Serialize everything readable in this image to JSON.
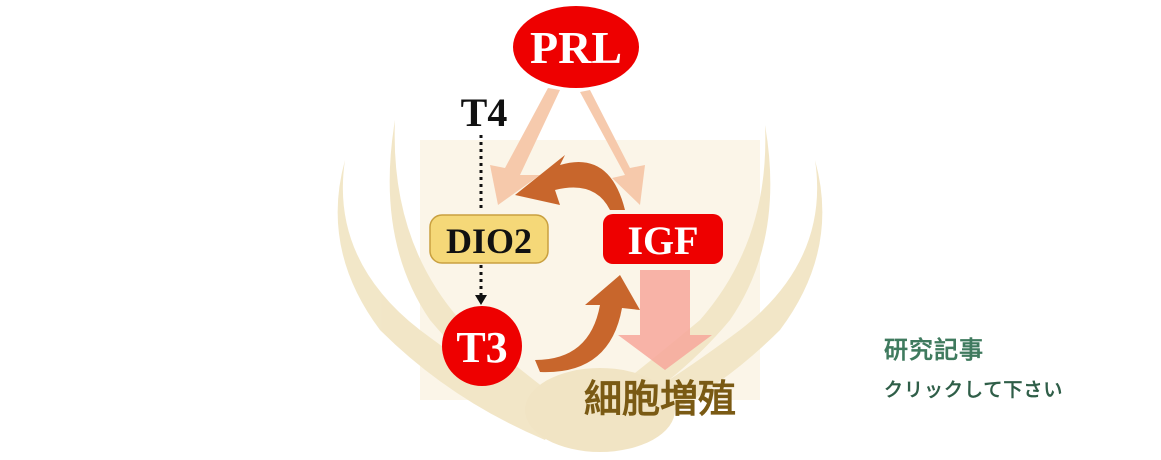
{
  "diagram": {
    "nodes": {
      "prl": "PRL",
      "t4": "T4",
      "dio2": "DIO2",
      "igf": "IGF",
      "t3": "T3",
      "outcome": "細胞増殖"
    },
    "colors": {
      "red_node": "#ee0000",
      "dio2_fill": "#f5d878",
      "curved_arrow": "#c8662c",
      "prl_arrow": "#f5c4a4",
      "igf_arrow": "#f7a79b",
      "outcome_text": "#7a5a14",
      "background_shape": "#f3e8c8"
    }
  },
  "link": {
    "title": "研究記事",
    "subtitle": "クリックして下さい"
  }
}
